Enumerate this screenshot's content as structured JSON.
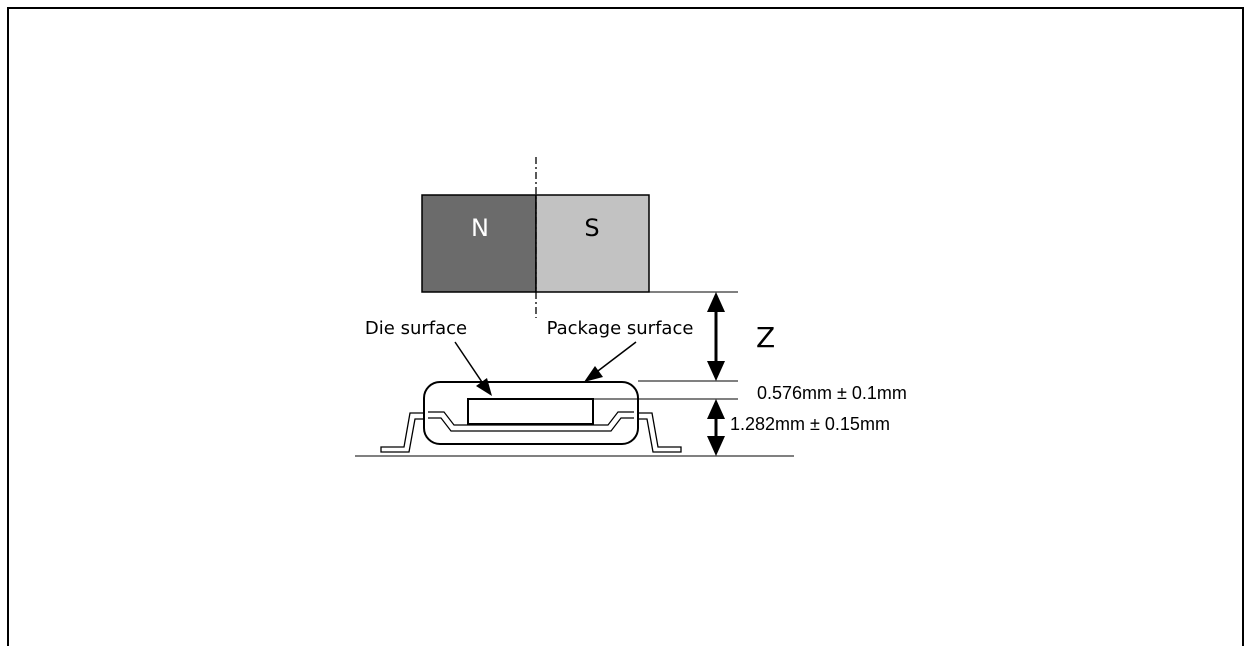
{
  "diagram": {
    "magnet": {
      "north_label": "N",
      "south_label": "S",
      "colors": {
        "north": "#6b6b6b",
        "south": "#c2c2c2"
      }
    },
    "callouts": {
      "die_surface": "Die surface",
      "package_surface": "Package surface"
    },
    "distance_label": "Z",
    "dimensions": {
      "die_to_package": "0.576mm ± 0.1mm",
      "package_height": "1.282mm ± 0.15mm"
    }
  }
}
